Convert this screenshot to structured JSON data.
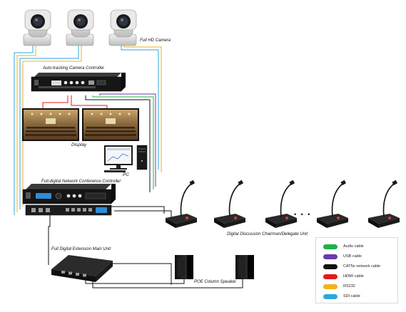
{
  "labels": {
    "camera": "Full HD Camera",
    "tracking_controller": "Auto-tracking Camera Controller",
    "display": "Display",
    "pc": "PC",
    "conference_controller": "Full-digital Network Conference Controller",
    "delegate_unit": "Digital Discussion Chairman/Delegate Unit",
    "extension_unit": "Full Digital Extension Main Unit",
    "speaker": "POE Column Speaker",
    "ellipsis": "• • •"
  },
  "legend": [
    {
      "label": "Audio cable",
      "color": "#1fb04b"
    },
    {
      "label": "USB cable",
      "color": "#6a3aa8"
    },
    {
      "label": "CAT5e network cable",
      "color": "#111111"
    },
    {
      "label": "HDMI cable",
      "color": "#e01b1b"
    },
    {
      "label": "RS232",
      "color": "#f2b21c"
    },
    {
      "label": "SDI cable",
      "color": "#29a9e0"
    }
  ]
}
